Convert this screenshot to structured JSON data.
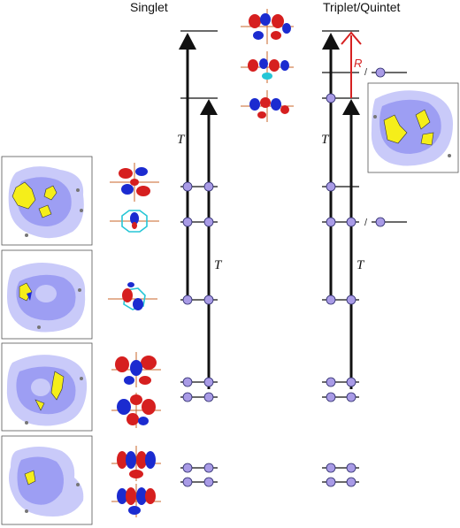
{
  "headings": {
    "singlet": "Singlet",
    "triplet_quintet": "Triplet/Quintet"
  },
  "labels": {
    "T": "T",
    "R": "R",
    "slash": "/"
  },
  "colors": {
    "electron_fill": "#a99be6",
    "level_line": "#111111",
    "arrow_red": "#d62020",
    "orbital_red": "#d61f1f",
    "orbital_blue": "#1b2bd0",
    "density_blue": "#8e8ff0",
    "density_yellow": "#f5ee1a",
    "bond_cyan": "#26c6d6"
  }
}
